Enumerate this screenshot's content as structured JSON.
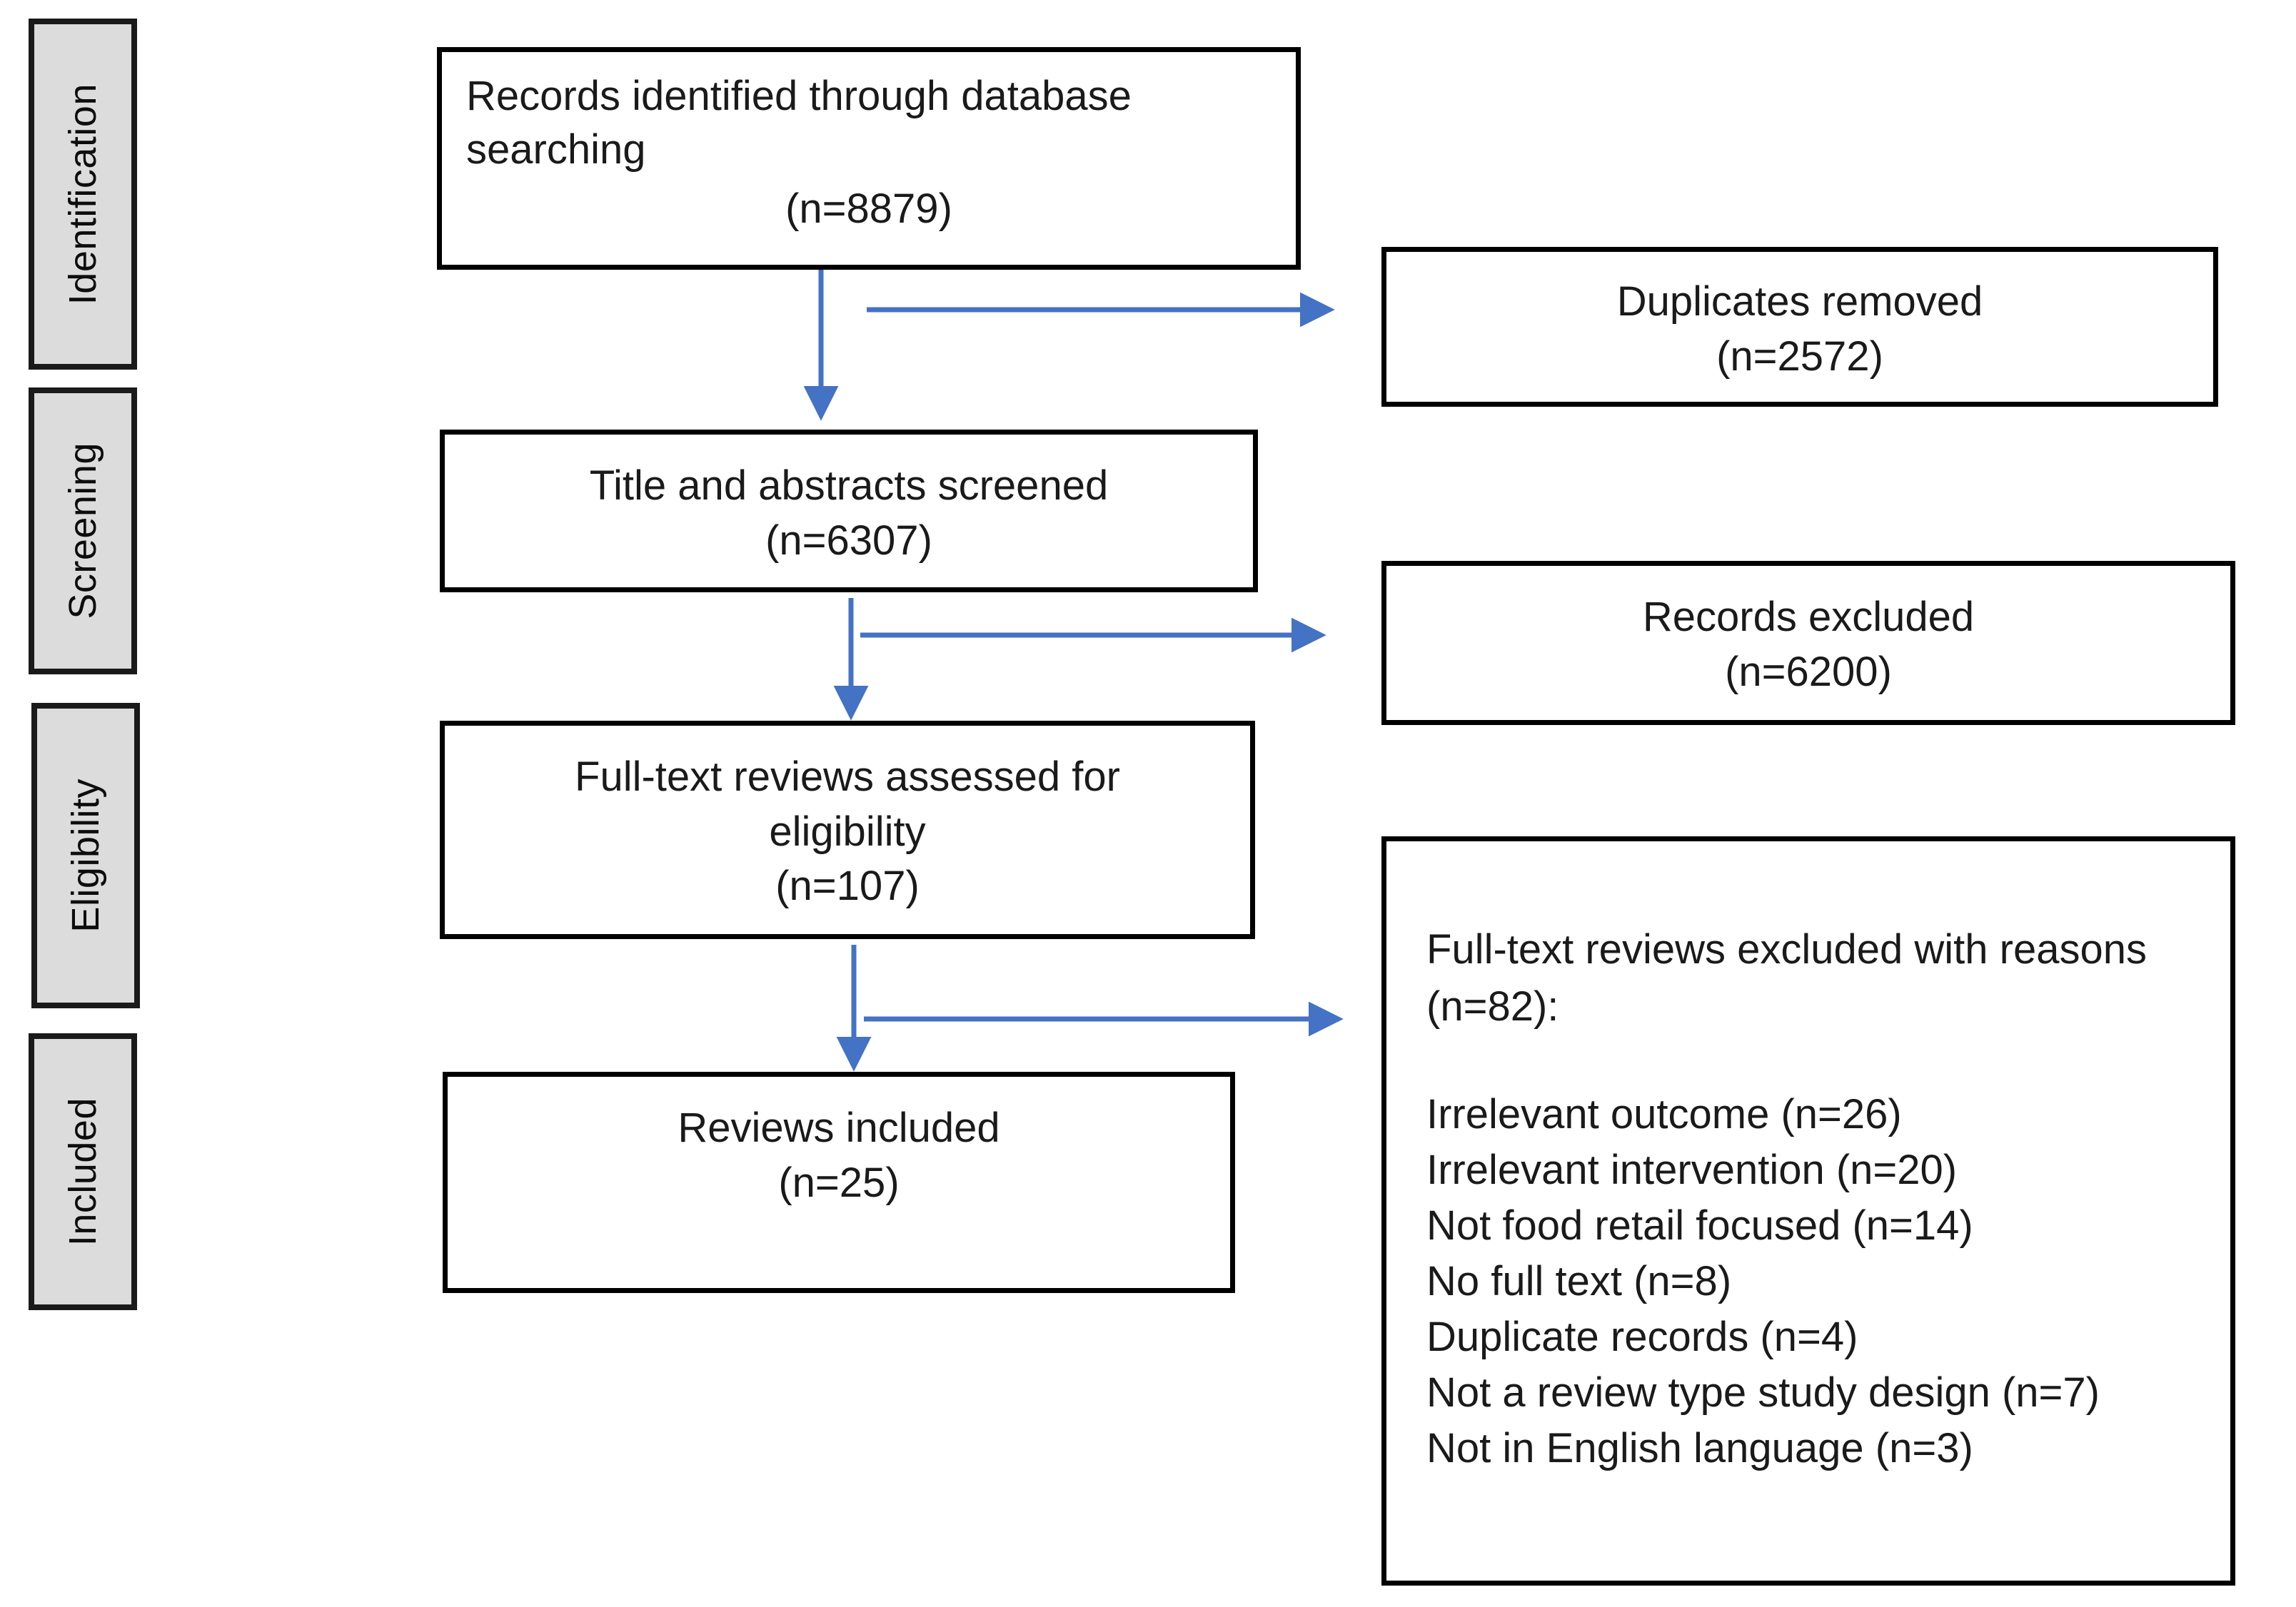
{
  "diagram": {
    "type": "prisma-flow-diagram",
    "accent_color": "#4472C4",
    "box_border_color": "#000000",
    "stage_fill_color": "#DCDCDC"
  },
  "stages": [
    {
      "label": "Identification"
    },
    {
      "label": "Screening"
    },
    {
      "label": "Eligibility"
    },
    {
      "label": "Included"
    }
  ],
  "flow": {
    "identified": {
      "title": "Records identified through database\nsearching",
      "count": "(n=8879)"
    },
    "duplicates_removed": {
      "text": "Duplicates removed\n(n=2572)"
    },
    "screened": {
      "text": "Title and abstracts screened\n(n=6307)"
    },
    "records_excluded": {
      "text": "Records excluded\n(n=6200)"
    },
    "eligibility": {
      "text": "Full-text reviews assessed for\neligibility\n(n=107)"
    },
    "excluded_with_reasons": {
      "heading": "Full-text reviews excluded with reasons\n(n=82):",
      "reasons": [
        "Irrelevant outcome (n=26)",
        "Irrelevant intervention (n=20)",
        "Not food retail focused (n=14)",
        "No full text (n=8)",
        "Duplicate records (n=4)",
        "Not a review type study design (n=7)",
        "Not in English language (n=3)"
      ]
    },
    "included": {
      "text": "Reviews included\n(n=25)"
    }
  },
  "chart_data": {
    "type": "table",
    "title": "PRISMA flow of study selection",
    "categories": [
      "Records identified through database searching",
      "Duplicates removed",
      "Title and abstracts screened",
      "Records excluded",
      "Full-text reviews assessed for eligibility",
      "Full-text reviews excluded with reasons",
      "Reviews included"
    ],
    "values": [
      8879,
      2572,
      6307,
      6200,
      107,
      82,
      25
    ],
    "exclusion_reason_labels": [
      "Irrelevant outcome",
      "Irrelevant intervention",
      "Not food retail focused",
      "No full text",
      "Duplicate records",
      "Not a review type study design",
      "Not in English language"
    ],
    "exclusion_reason_values": [
      26,
      20,
      14,
      8,
      4,
      7,
      3
    ]
  }
}
